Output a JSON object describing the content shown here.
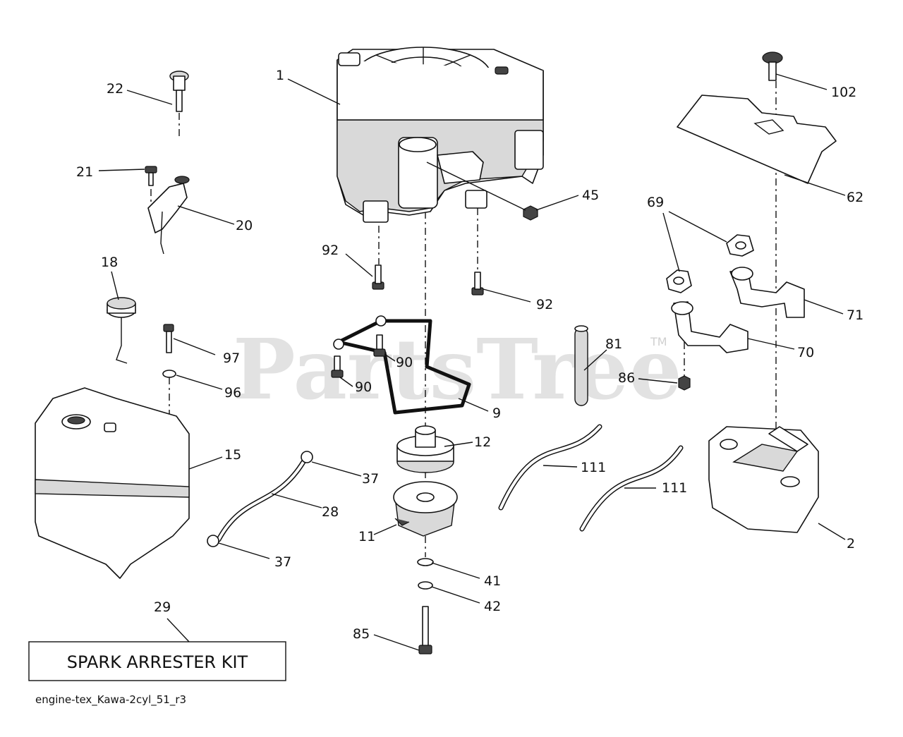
{
  "watermark": {
    "text": "PartsTree",
    "mark": "TM"
  },
  "callouts": [
    {
      "id": "c1",
      "label": "1"
    },
    {
      "id": "c2",
      "label": "2"
    },
    {
      "id": "c9",
      "label": "9"
    },
    {
      "id": "c11",
      "label": "11"
    },
    {
      "id": "c12",
      "label": "12"
    },
    {
      "id": "c15",
      "label": "15"
    },
    {
      "id": "c18",
      "label": "18"
    },
    {
      "id": "c20",
      "label": "20"
    },
    {
      "id": "c21",
      "label": "21"
    },
    {
      "id": "c22",
      "label": "22"
    },
    {
      "id": "c28",
      "label": "28"
    },
    {
      "id": "c29",
      "label": "29"
    },
    {
      "id": "c37a",
      "label": "37"
    },
    {
      "id": "c37b",
      "label": "37"
    },
    {
      "id": "c41",
      "label": "41"
    },
    {
      "id": "c42",
      "label": "42"
    },
    {
      "id": "c45",
      "label": "45"
    },
    {
      "id": "c62",
      "label": "62"
    },
    {
      "id": "c69",
      "label": "69"
    },
    {
      "id": "c70",
      "label": "70"
    },
    {
      "id": "c71",
      "label": "71"
    },
    {
      "id": "c81",
      "label": "81"
    },
    {
      "id": "c85",
      "label": "85"
    },
    {
      "id": "c86",
      "label": "86"
    },
    {
      "id": "c90a",
      "label": "90"
    },
    {
      "id": "c90b",
      "label": "90"
    },
    {
      "id": "c92a",
      "label": "92"
    },
    {
      "id": "c92b",
      "label": "92"
    },
    {
      "id": "c96",
      "label": "96"
    },
    {
      "id": "c97",
      "label": "97"
    },
    {
      "id": "c102",
      "label": "102"
    },
    {
      "id": "c111a",
      "label": "111"
    },
    {
      "id": "c111b",
      "label": "111"
    }
  ],
  "kit_box": {
    "text": "SPARK ARRESTER KIT"
  },
  "file_name": "engine-tex_Kawa-2cyl_51_r3"
}
